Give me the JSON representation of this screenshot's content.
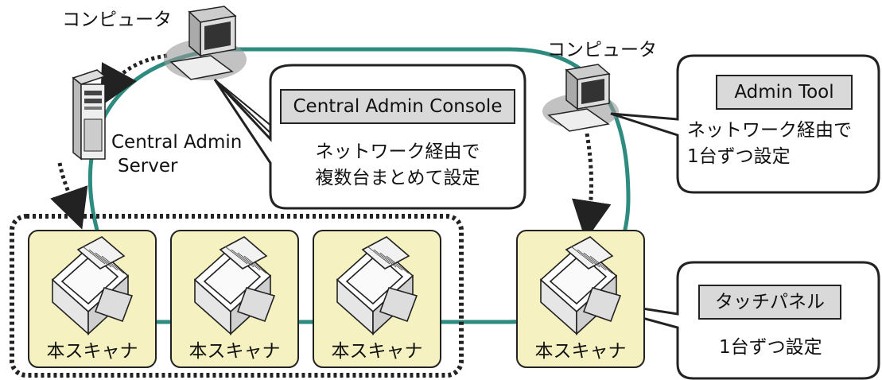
{
  "computer_left": {
    "label": "コンピュータ"
  },
  "computer_right": {
    "label": "コンピュータ"
  },
  "server": {
    "label_line1": "Central Admin",
    "label_line2": "Server"
  },
  "bubble_console": {
    "title": "Central Admin Console",
    "line1": "ネットワーク経由で",
    "line2": "複数台まとめて設定"
  },
  "bubble_admin_tool": {
    "title": "Admin Tool",
    "line1": "ネットワーク経由で",
    "line2": "1台ずつ設定"
  },
  "bubble_touch_panel": {
    "title": "タッチパネル",
    "line1": "1台ずつ設定"
  },
  "scanners": [
    {
      "label": "本スキャナ"
    },
    {
      "label": "本スキャナ"
    },
    {
      "label": "本スキャナ"
    },
    {
      "label": "本スキャナ"
    }
  ],
  "colors": {
    "network_line": "#2e8b80",
    "scanner_box": "#f5f1c0",
    "label_bg": "#d9d9d9",
    "outline": "#222222"
  }
}
